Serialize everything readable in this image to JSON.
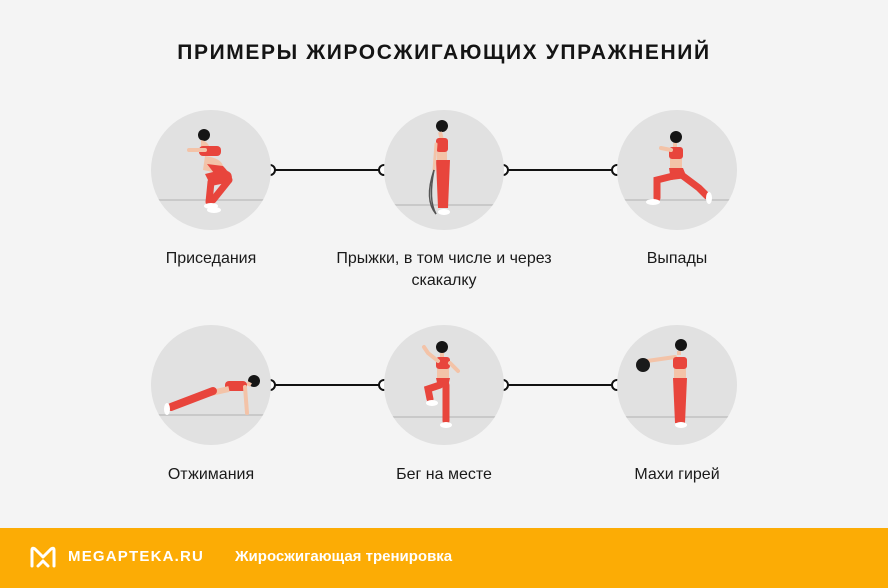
{
  "title": "ПРИМЕРЫ ЖИРОСЖИГАЮЩИХ УПРАЖНЕНИЙ",
  "exercises": [
    {
      "label": "Приседания"
    },
    {
      "label": "Прыжки, в том числе и через скакалку"
    },
    {
      "label": "Выпады"
    },
    {
      "label": "Отжимания"
    },
    {
      "label": "Бег на месте"
    },
    {
      "label": "Махи гирей"
    }
  ],
  "footer": {
    "brand": "MEGAPTEKA.RU",
    "tagline": "Жиросжигающая тренировка",
    "background_color": "#fcac05"
  },
  "colors": {
    "accent": "#e8453c",
    "circle": "#e1e1e1",
    "background": "#f4f4f4"
  },
  "icons": [
    "logo-icon"
  ]
}
